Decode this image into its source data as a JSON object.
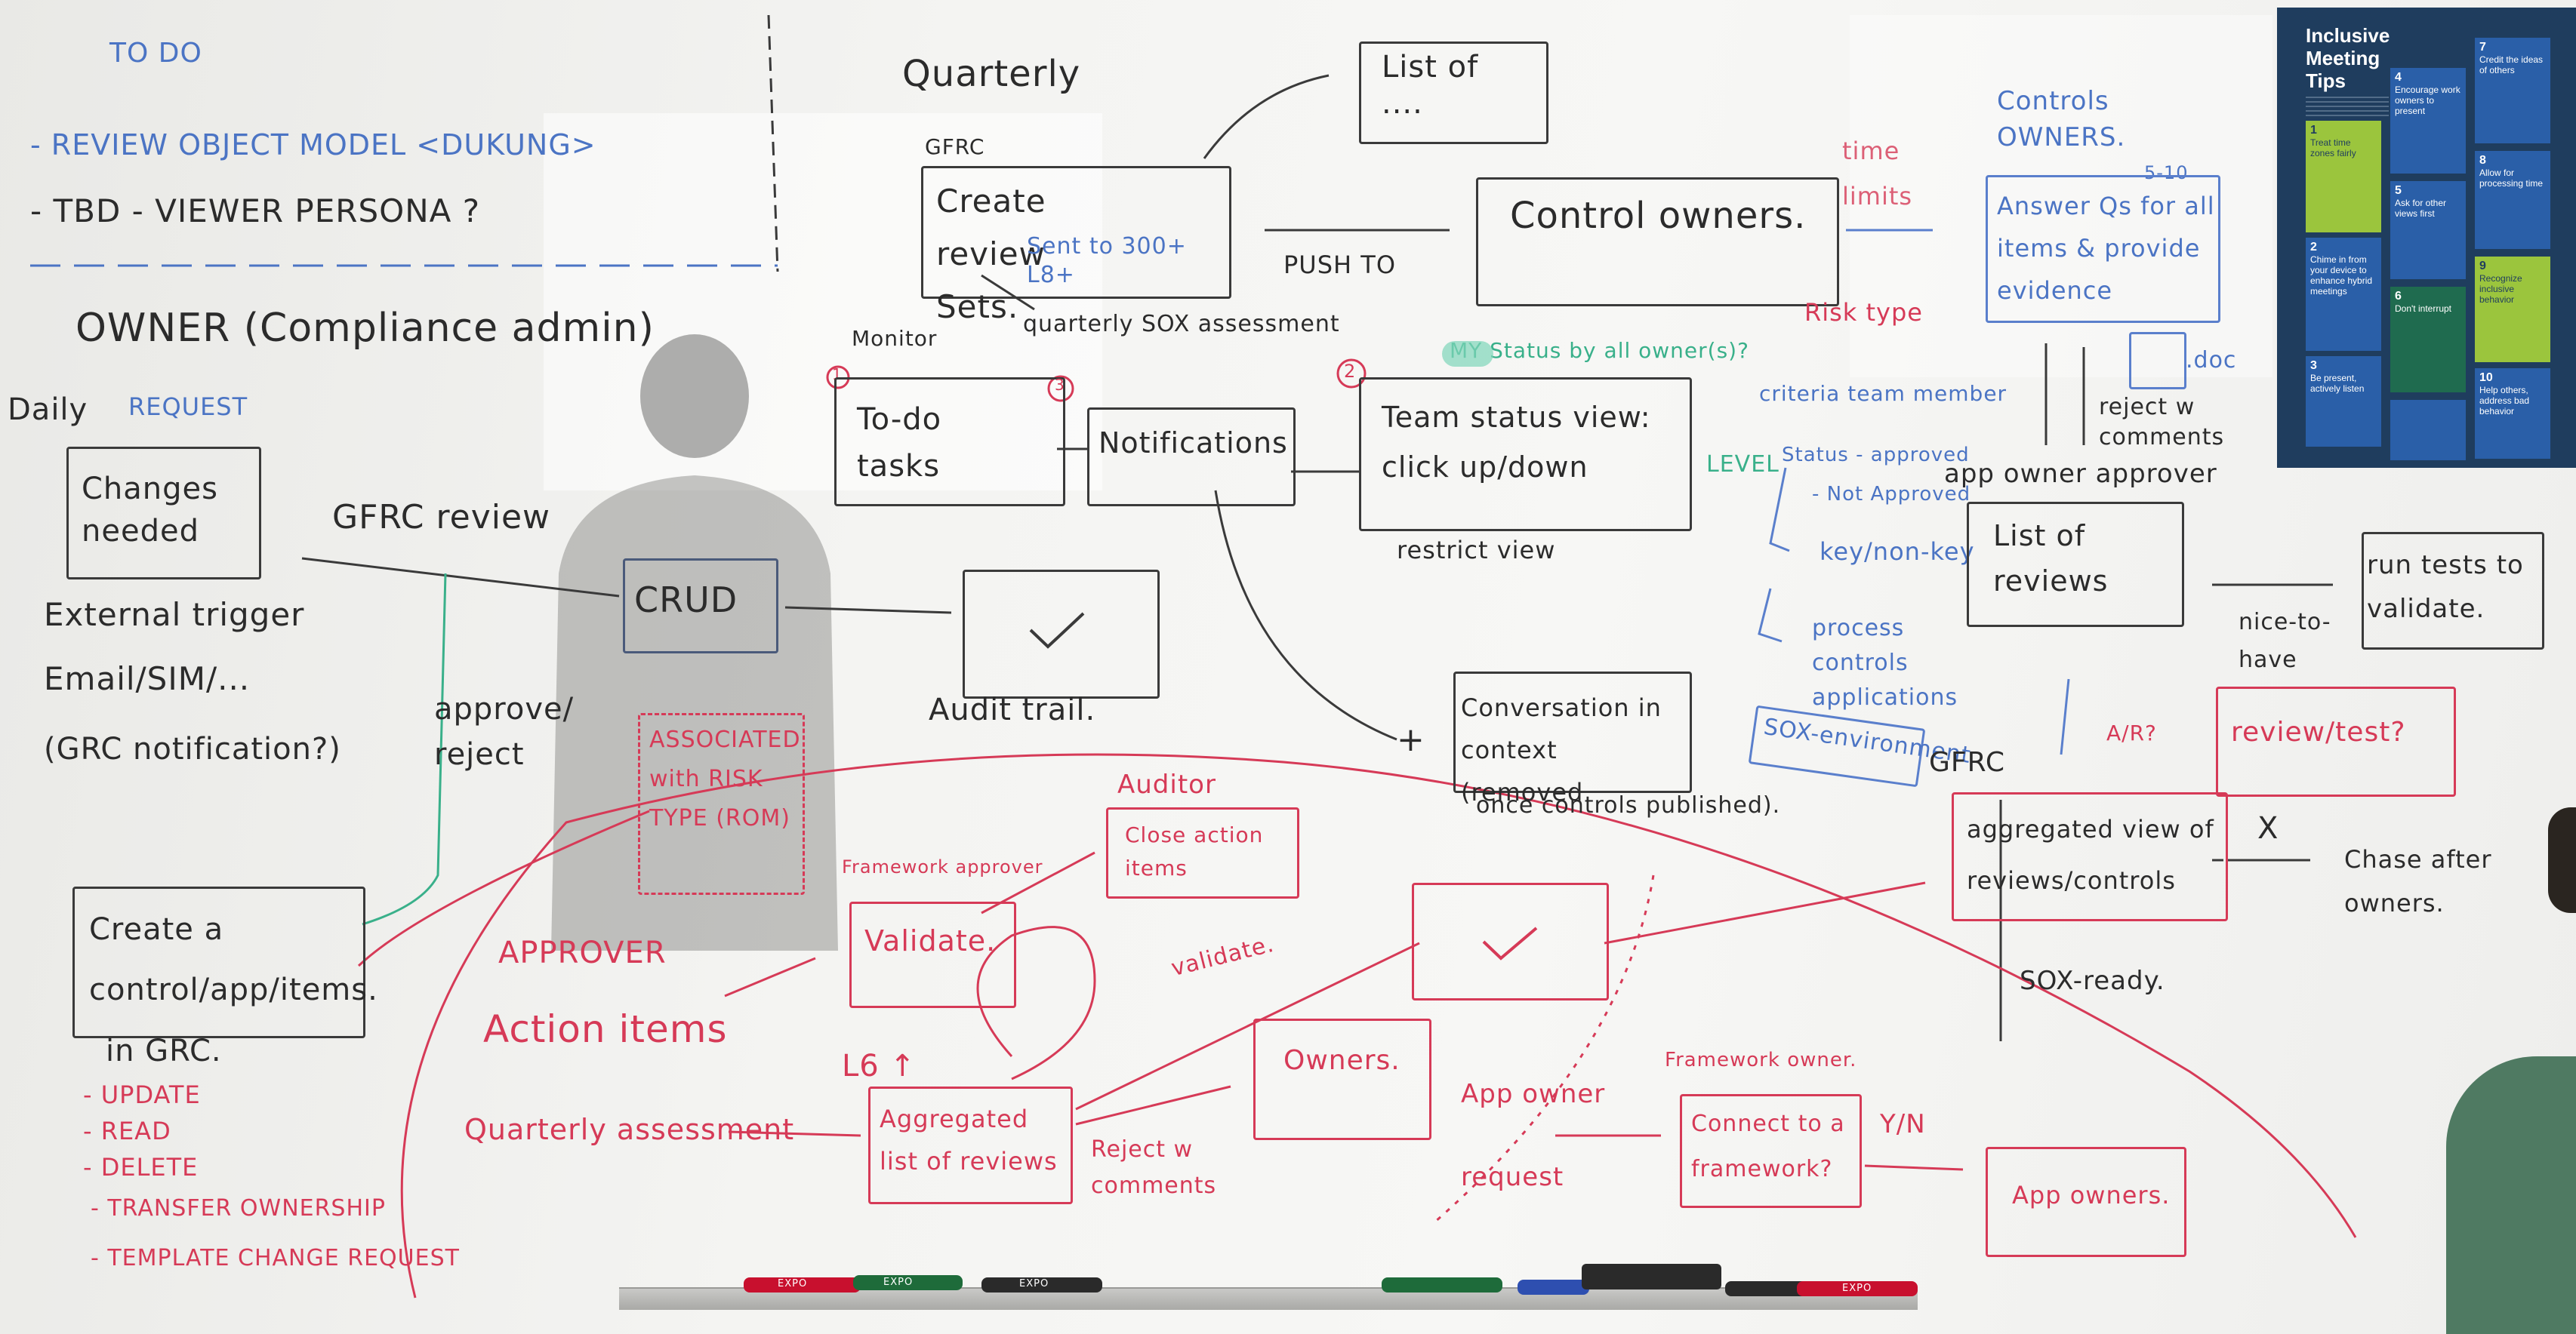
{
  "whiteboard": {
    "todo": {
      "heading": "TO DO",
      "item1": "- REVIEW OBJECT MODEL <DUKUNG>",
      "item2": "- TBD - VIEWER PERSONA ?"
    },
    "owner_heading": "OWNER (Compliance admin)",
    "left": {
      "daily": "Daily",
      "request": "REQUEST",
      "changes_box": "Changes needed",
      "gfrc_review": "GFRC review",
      "external": [
        "External trigger",
        "Email/SIM/...",
        "(GRC notification?)"
      ],
      "approve": "approve/ reject",
      "create_box": "Create a control/app/items.",
      "in_grc": "in GRC.",
      "crud_list": [
        "- UPDATE",
        "- READ",
        "- DELETE",
        "- TRANSFER OWNERSHIP",
        "- TEMPLATE CHANGE REQUEST"
      ]
    },
    "center": {
      "quarterly": "Quarterly",
      "list_of_box": "List of ....",
      "gfrc_label": "GFRC",
      "create_review_sets": "Create review Sets.",
      "sent_to": "Sent to 300+ L8+",
      "quarterly_sox": "quarterly SOX assessment",
      "push_to": "PUSH TO",
      "control_owners_box": "Control owners.",
      "monitor": "Monitor",
      "todo_tasks_box": "To-do tasks",
      "notifications_box": "Notifications",
      "team_status_box": "Team status view: click up/down",
      "restrict_view": "restrict view",
      "my_status": "MY Status by all owner(s)?",
      "crud_box": "CRUD",
      "audit_trail": "Audit trail.",
      "associated": "ASSOCIATED with RISK TYPE (ROM)",
      "conversation_box": "Conversation in context (removed",
      "once_published": "once controls published).",
      "plus": "+",
      "circle1": "1",
      "circle2": "2",
      "circle3": "3"
    },
    "right": {
      "time_limits": "time limits",
      "controls_owners": "Controls OWNERS.",
      "five_ten": "5-10",
      "answer_box": "Answer Qs for all items & provide evidence",
      "doc": ".doc",
      "reject_comments": "reject w comments",
      "risk_type": "Risk type",
      "criteria": "criteria team member",
      "status_items": [
        "Status - approved",
        "- Not Approved"
      ],
      "level": "LEVEL",
      "key_nonkey": "key/non-key",
      "process": "process controls applications",
      "sox_env": "SOX-environment",
      "app_owner_approver": "app owner approver",
      "list_reviews_box": "List of reviews",
      "run_tests_box": "run tests to validate.",
      "nice_to_have": "nice-to- have",
      "ar": "A/R?",
      "review_test_box": "review/test?",
      "gfrc2": "GFRC",
      "aggregated_view_box": "aggregated view of reviews/controls",
      "x_mark": "X",
      "chase": "Chase after owners.",
      "sox_ready": "SOX-ready."
    },
    "red": {
      "approver": "APPROVER",
      "action_items": "Action items",
      "quarterly_assessment": "Quarterly assessment",
      "auditor": "Auditor",
      "close_action_box": "Close action items",
      "framework_approver": "Framework approver",
      "validate_box": "Validate.",
      "validate2": "validate.",
      "l6": "L6 ↑",
      "aggregated_list_box": "Aggregated list of reviews",
      "reject_comments": "Reject w comments",
      "owners_box": "Owners.",
      "app_owner_request": "App owner request",
      "framework_owner": "Framework owner.",
      "connect_box": "Connect to a framework?",
      "yn": "Y/N",
      "app_owners_box": "App owners."
    }
  },
  "poster": {
    "title": "Inclusive Meeting Tips",
    "tiles": [
      {
        "num": "1",
        "text": "Treat time zones fairly"
      },
      {
        "num": "2",
        "text": "Chime in from your device to enhance hybrid meetings"
      },
      {
        "num": "3",
        "text": "Be present, actively listen"
      },
      {
        "num": "4",
        "text": "Encourage work owners to present"
      },
      {
        "num": "5",
        "text": "Ask for other views first"
      },
      {
        "num": "6",
        "text": "Don't interrupt"
      },
      {
        "num": "7",
        "text": "Credit the ideas of others"
      },
      {
        "num": "8",
        "text": "Allow for processing time"
      },
      {
        "num": "9",
        "text": "Recognize inclusive behavior"
      },
      {
        "num": "10",
        "text": "Help others, address bad behavior"
      }
    ]
  },
  "markers": [
    "EXPO",
    "EXPO",
    "EXPO",
    "EXPO"
  ],
  "colors": {
    "black_ink": "#2b2b2b",
    "blue_ink": "#4b74c4",
    "red_ink": "#d63a57",
    "green_ink": "#39b08a",
    "poster_bg": "#1f3d5e"
  }
}
